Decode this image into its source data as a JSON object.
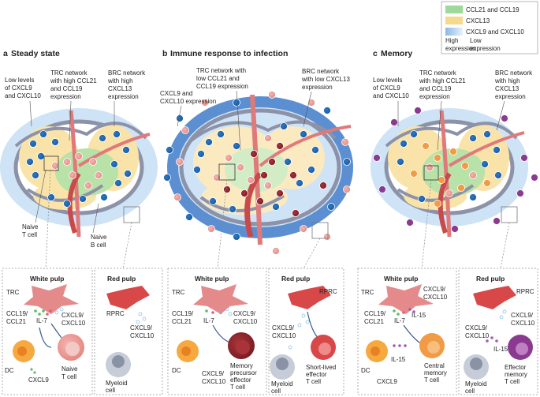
{
  "legend": {
    "items": [
      {
        "label": "CCL21 and CCL19",
        "color": "#9fd89b"
      },
      {
        "label": "CXCL13",
        "color": "#f7d98b"
      },
      {
        "label": "CXCL9 and CXCL10",
        "color": "#a9cbed"
      }
    ],
    "high": "High",
    "high2": "expression",
    "low": "Low",
    "low2": "expression"
  },
  "panels": {
    "a": {
      "letter": "a",
      "title": "Steady state"
    },
    "b": {
      "letter": "b",
      "title": "Immune response to infection"
    },
    "c": {
      "letter": "c",
      "title": "Memory"
    }
  },
  "a_labels": {
    "low_cxcl": [
      "Low levels",
      "of CXCL9",
      "and CXCL10"
    ],
    "trc": [
      "TRC network",
      "with high CCL21",
      "and CCL19",
      "expression"
    ],
    "brc": [
      "BRC network",
      "with high",
      "CXCL13",
      "expression"
    ],
    "naive_t": [
      "Naive",
      "T cell"
    ],
    "naive_b": [
      "Naive",
      "B cell"
    ]
  },
  "b_labels": {
    "trc": [
      "TRC network with",
      "low CCL21 and",
      "CCL19 expression"
    ],
    "brc": [
      "BRC network",
      "with low CXCL13",
      "expression"
    ],
    "cxcl": [
      "CXCL9 and",
      "CXCL10 expression"
    ]
  },
  "c_labels": {
    "low_cxcl": [
      "Low levels",
      "of CXCL9",
      "and CXCL10"
    ],
    "trc": [
      "TRC network",
      "with high CCL21",
      "and CCL19",
      "expression"
    ],
    "brc": [
      "BRC network",
      "with high",
      "CXCL13",
      "expression"
    ]
  },
  "detail_a": {
    "white": "White pulp",
    "red": "Red pulp",
    "trc": "TRC",
    "ccl": [
      "CCL19/",
      "CCL21"
    ],
    "il7": "IL-7",
    "cxcl_w": [
      "CXCL9/",
      "CXCL10"
    ],
    "dc": "DC",
    "cxcl9": "CXCL9",
    "naive_t": [
      "Naive",
      "T cell"
    ],
    "rprc": "RPRC",
    "cxcl_r": [
      "CXCL9/",
      "CXCL10"
    ],
    "myeloid": [
      "Myeloid",
      "cell"
    ]
  },
  "detail_b": {
    "white": "White pulp",
    "red": "Red pulp",
    "trc": "TRC",
    "ccl": [
      "CCL19/",
      "CCL21"
    ],
    "il7": "IL-7",
    "cxcl_w": [
      "CXCL9/",
      "CXCL10"
    ],
    "dc": "DC",
    "cxcl_dc": [
      "CXCL9/",
      "CXCL10"
    ],
    "mpec": [
      "Memory",
      "precursor",
      "effector",
      "T cell"
    ],
    "rprc": "RPRC",
    "cxcl_r": [
      "CXCL9/",
      "CXCL10"
    ],
    "myeloid": [
      "Myeloid",
      "cell"
    ],
    "slec": [
      "Short-lived",
      "effector",
      "T cell"
    ]
  },
  "detail_c": {
    "white": "White pulp",
    "red": "Red pulp",
    "trc": "TRC",
    "ccl": [
      "CCL19/",
      "CCL21"
    ],
    "il7": "IL-7",
    "il15": "IL-15",
    "cxcl_w": [
      "CXCL9/",
      "CXCL10"
    ],
    "dc": "DC",
    "cxcl9": "CXCL9",
    "il15b": "IL-15",
    "cm": [
      "Central",
      "memory",
      "T cell"
    ],
    "rprc": "RPRC",
    "cxcl_r": [
      "CXCL9/",
      "CXCL10"
    ],
    "cxcl_r2": [
      "CXCL9/",
      "CXCL10"
    ],
    "il15r": "IL-15",
    "myeloid": [
      "Myeloid",
      "cell"
    ],
    "em": [
      "Effector",
      "memory",
      "T cell"
    ]
  }
}
